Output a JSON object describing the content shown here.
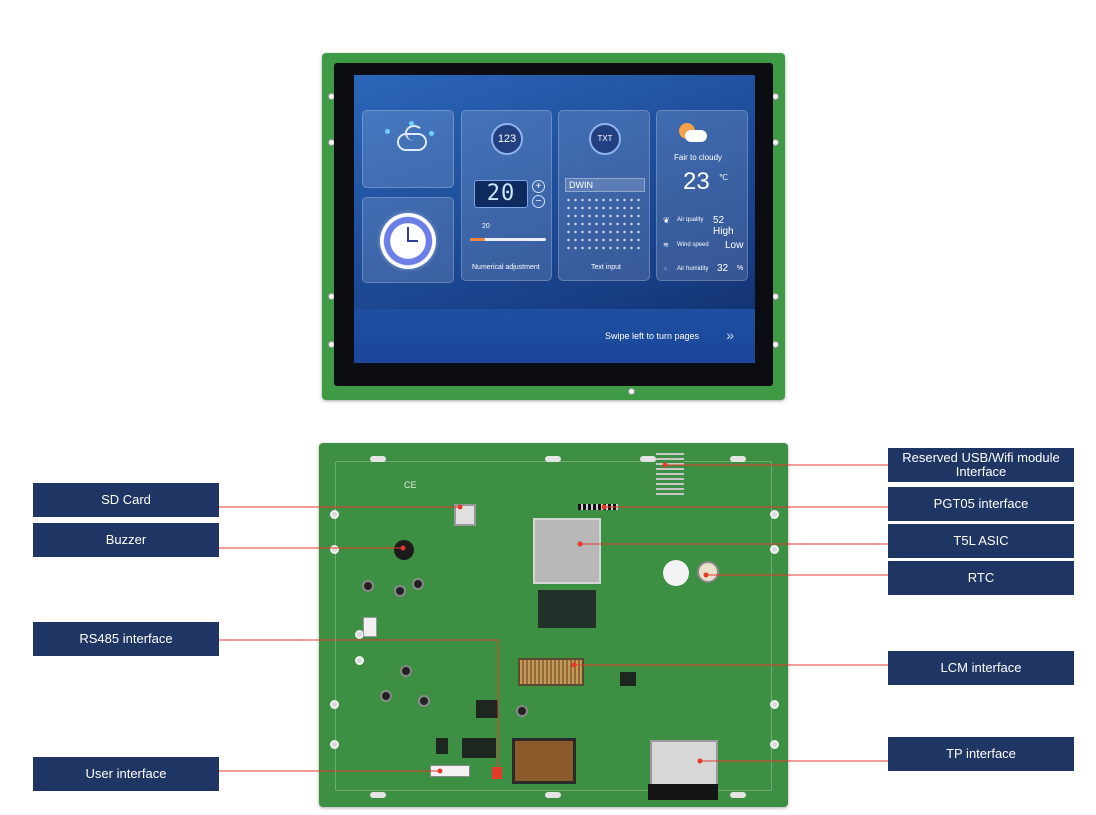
{
  "screen": {
    "numeric_badge": "123",
    "numeric_value": "20",
    "plus_symbol": "+",
    "minus_symbol": "−",
    "slider_value": "20",
    "slider_level": 0.2,
    "numeric_caption": "Numerical adjustment",
    "txt_badge": "TXT",
    "text_input_value": "DWIN",
    "text_input_caption": "Text input",
    "weather_title": "Fair to cloudy",
    "temperature": "23",
    "temperature_unit": "℃",
    "air_quality_label": "Air quality",
    "air_quality_value": "52 High",
    "wind_speed_label": "Wind speed",
    "wind_speed_value": "Low",
    "air_humidity_label": "Air humidity",
    "air_humidity_value": "32",
    "air_humidity_unit": "%",
    "swipe_hint": "Swipe left to turn pages",
    "swipe_chevrons": "»"
  },
  "board": {
    "ce_mark": "CE"
  },
  "labels": {
    "sd_card": "SD Card",
    "buzzer": "Buzzer",
    "rs485": "RS485 interface",
    "user_interface": "User interface",
    "usb_wifi": "Reserved USB/Wifi module Interface",
    "pgt05": "PGT05 interface",
    "t5l_asic": "T5L ASIC",
    "rtc": "RTC",
    "lcm": "LCM interface",
    "tp": "TP interface"
  },
  "colors": {
    "label_bg": "#1f3564",
    "leader_line": "#e23b2b",
    "pcb_green": "#3c8f43"
  }
}
